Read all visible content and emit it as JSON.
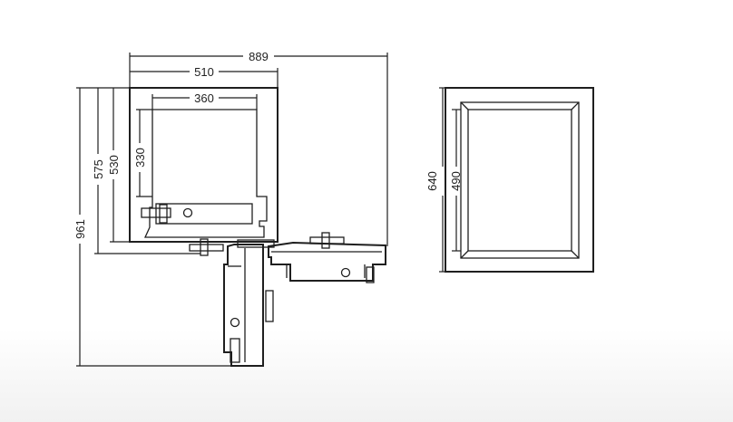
{
  "dimensions": {
    "overall_width": "889",
    "cabinet_width": "510",
    "inner_width": "360",
    "inner_height": "330",
    "cabinet_height_outer": "575",
    "cabinet_height_inner": "530",
    "total_height": "961",
    "door_height": "640",
    "door_inner_height": "490"
  }
}
